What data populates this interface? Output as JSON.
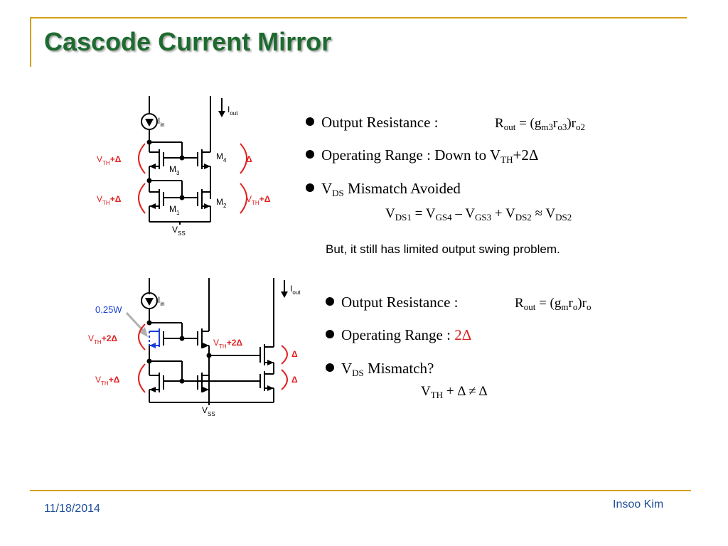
{
  "slide": {
    "title": "Cascode Current Mirror",
    "accent_color": "#d4a017",
    "title_color": "#1e6b30"
  },
  "circuit1": {
    "iin": "I",
    "iin_sub": "in",
    "iout": "I",
    "iout_sub": "out",
    "m1": "M",
    "m1_sub": "1",
    "m2": "M",
    "m2_sub": "2",
    "m3": "M",
    "m3_sub": "3",
    "m4": "M",
    "m4_sub": "4",
    "vss": "V",
    "vss_sub": "SS",
    "vth_delta_1": "V",
    "vth_delta_1_sub": "TH",
    "vth_delta_1_tail": "+Δ",
    "vth_delta_2": "V",
    "vth_delta_2_sub": "TH",
    "vth_delta_2_tail": "+Δ",
    "vth_delta_3": "V",
    "vth_delta_3_sub": "TH",
    "vth_delta_3_tail": "+Δ",
    "delta_1": "Δ"
  },
  "circuit2": {
    "iin": "I",
    "iin_sub": "in",
    "iout": "I",
    "iout_sub": "out",
    "width_label": "0.25W",
    "vss": "V",
    "vss_sub": "SS",
    "vth_2delta_1": "V",
    "vth_2delta_1_sub": "TH",
    "vth_2delta_1_tail": "+2Δ",
    "vth_2delta_2": "V",
    "vth_2delta_2_sub": "TH",
    "vth_2delta_2_tail": "+2Δ",
    "vth_delta": "V",
    "vth_delta_sub": "TH",
    "vth_delta_tail": "+Δ",
    "delta_1": "Δ",
    "delta_2": "Δ"
  },
  "section1": {
    "b1_label": "Output Resistance :",
    "b1_formula_R": "R",
    "b1_formula_R_sub": "out",
    "b1_formula_eq": " = (g",
    "b1_formula_g_sub": "m3",
    "b1_formula_r": "r",
    "b1_formula_r_sub": "o3",
    "b1_formula_close": ")r",
    "b1_formula_close_sub": "o2",
    "b2_label": "Operating Range : Down to V",
    "b2_sub": "TH",
    "b2_tail": "+2Δ",
    "b3_label_v": "V",
    "b3_label_sub": "DS",
    "b3_label_tail": " Mismatch Avoided",
    "eq_v1": "V",
    "eq_v1_sub": "DS1",
    "eq_part2": " = V",
    "eq_v2_sub": "GS4",
    "eq_part3": " – V",
    "eq_v3_sub": "GS3",
    "eq_part4": " + V",
    "eq_v4_sub": "DS2",
    "eq_part5": " ≈ V",
    "eq_v5_sub": "DS2",
    "note": "But, it still has limited output swing problem."
  },
  "section2": {
    "b1_label": "Output Resistance :",
    "b1_formula_R": "R",
    "b1_formula_R_sub": "out",
    "b1_formula_eq": " = (g",
    "b1_formula_g_sub": "m",
    "b1_formula_r": "r",
    "b1_formula_r_sub": "o",
    "b1_formula_close": ")r",
    "b1_formula_close_sub": "o",
    "b2_label": "Operating Range : ",
    "b2_value": "2Δ",
    "b3_label_v": "V",
    "b3_label_sub": "DS",
    "b3_label_tail": " Mismatch?",
    "eq_v": "V",
    "eq_v_sub": "TH",
    "eq_tail": " + Δ ≠ Δ"
  },
  "footer": {
    "date": "11/18/2014",
    "author": "Insoo Kim"
  }
}
